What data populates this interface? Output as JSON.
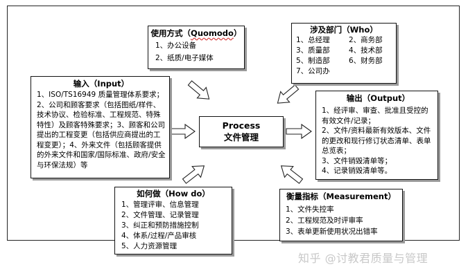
{
  "center": {
    "title_en": "Process",
    "title_zh": "文件管理"
  },
  "usage": {
    "title_zh": "使用方式（",
    "title_en": "Quomodo",
    "title_end": "）",
    "items": [
      "1、办公设备",
      "2、纸质/电子媒体"
    ]
  },
  "who": {
    "title": "涉及部门（Who）",
    "items": [
      "1、总经理",
      "2、商务部",
      "3、质量部",
      "4、技术部",
      "5、制造部",
      "6、财务部",
      "7、公司办"
    ]
  },
  "input": {
    "title": "输入（Input）",
    "text": "1、ISO/TS16949 质量管理体系要求；2、公司和顾客要求（包括图纸/样件、技术协议、检验标准、工程规范、特殊特性）及顾客特殊要求；3、顾客和公司提出的工程变更（包括供应商提出的工程变更）；4、外来文件（包括顾客提供的外来文件和国家/国际标准、政府/安全与环保法规）等"
  },
  "output": {
    "title": "输出（Output）",
    "items": [
      "1、经评审、审查、批准且受控的有效文件/记录；",
      "2、文件/资料最新有效版本、文件的更改和现行修订状态清单、表单总览表；",
      "3、文件销毁清单等；",
      "4、记录销毁清单等。"
    ]
  },
  "howdo": {
    "title": "如何做（How do）",
    "items": [
      "1、管理评审、信息管理",
      "2、文件管理、记录管理",
      "3、纠正和预防措施控制",
      "4、体系/过程/产品审核",
      "5、人力资源管理"
    ]
  },
  "measure": {
    "title": "衡量指标（Measurement）",
    "items": [
      "1、文件失控率",
      "2、工程规范及时评审率",
      "3、表单更新使用状况出错率"
    ]
  },
  "watermark": "知乎 @讨教君质量与管理",
  "colors": {
    "border": "#111111",
    "shadow": "#9a9a9a",
    "watermark": "#c8c8c8",
    "spell_underline": "#d63b3b"
  }
}
